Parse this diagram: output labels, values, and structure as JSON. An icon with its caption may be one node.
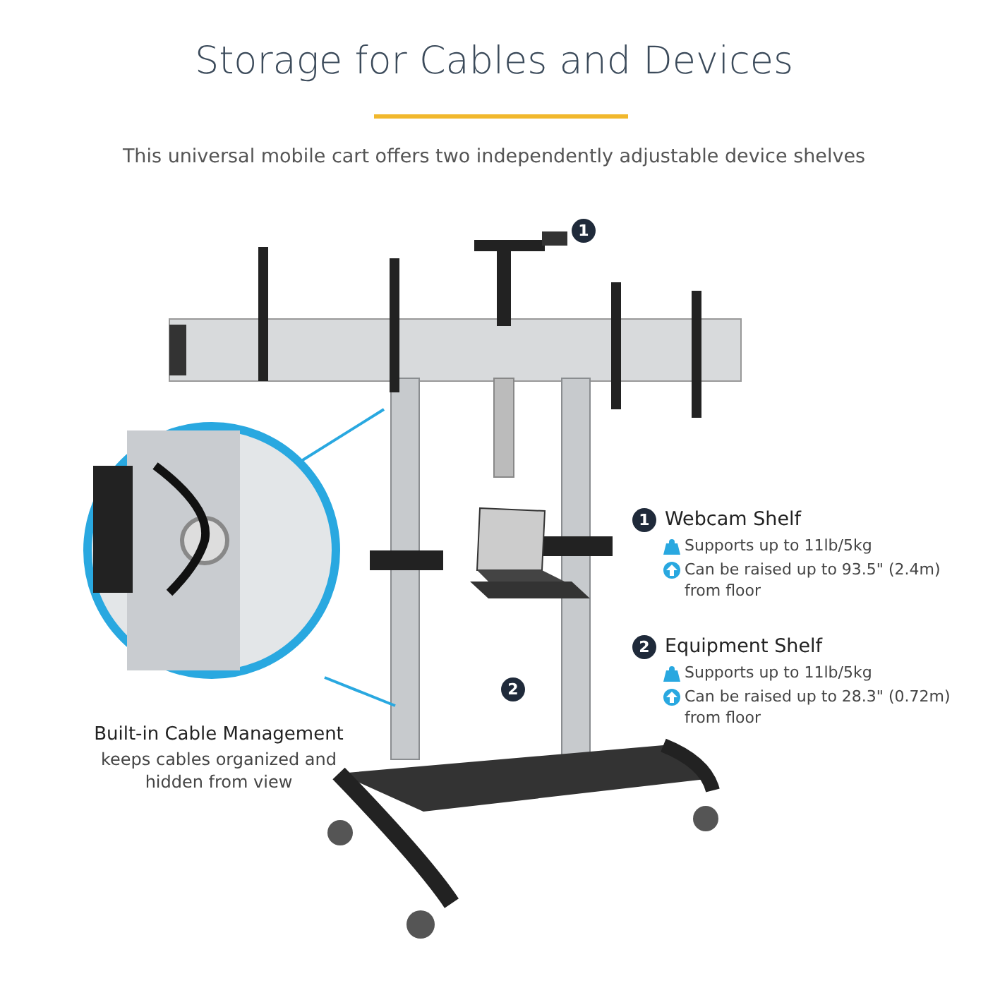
{
  "diagram": {
    "title": "Storage for Cables and Devices",
    "nodes": [
      {
        "text": [
          "1"
        ]
      },
      {
        "text": [
          "2"
        ]
      },
      {
        "text": [
          "1"
        ],
        "beside": [
          "Webcam Shelf"
        ]
      },
      {
        "text": [
          "2"
        ],
        "beside": [
          "Equipment Shelf"
        ]
      }
    ],
    "labels": [
      "This universal mobile cart offers two independently adjustable device shelves",
      "Supports up to 11lb/5kg",
      "Can be raised up to 93.5\" (2.4m) from floor",
      "Supports up to 11lb/5kg",
      "Can be raised up to 28.3\" (0.72m) from floor",
      "Built-in Cable Management",
      "keeps cables organized and hidden from view"
    ]
  }
}
